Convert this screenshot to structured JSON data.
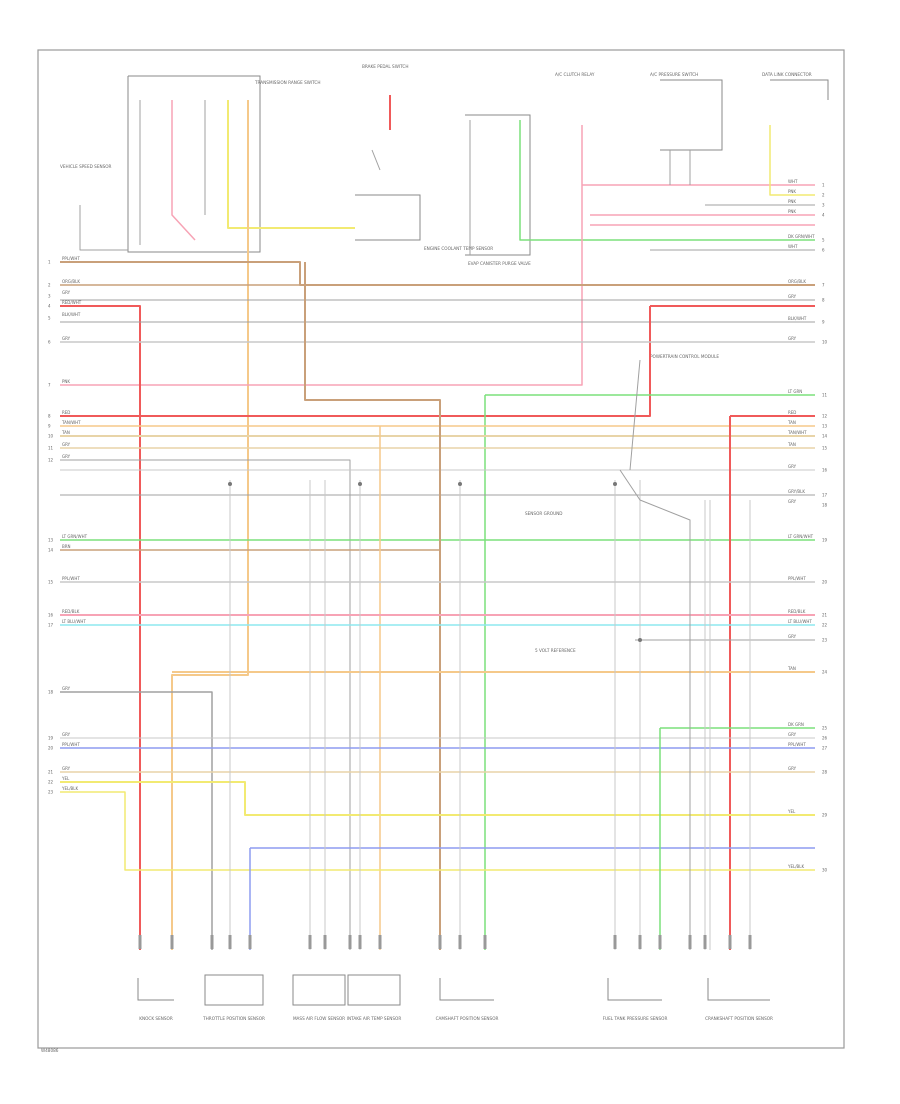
{
  "diagram": {
    "corner_code": "W48086",
    "colors": {
      "red": "#f05a5a",
      "pink": "#f7a3b5",
      "brown": "#c9a07a",
      "orange": "#f5c98a",
      "tan": "#e8d4a8",
      "yellow": "#f2ea72",
      "green": "#7be07b",
      "cyan": "#8ee8ef",
      "blue": "#8e9cf0",
      "gray": "#a0a0a0",
      "lightgray": "#c8c8c8"
    },
    "left_wires": [
      {
        "label": "PPL/WHT",
        "num": "1"
      },
      {
        "label": "ORG/BLK",
        "num": "2"
      },
      {
        "label": "GRY",
        "num": "3"
      },
      {
        "label": "RED/WHT",
        "num": "4"
      },
      {
        "label": "BLK/WHT",
        "num": "5"
      },
      {
        "label": "GRY",
        "num": "6"
      },
      {
        "label": "PNK",
        "num": "7"
      },
      {
        "label": "RED",
        "num": "8"
      },
      {
        "label": "TAN/WHT",
        "num": "9"
      },
      {
        "label": "TAN",
        "num": "10"
      },
      {
        "label": "GRY",
        "num": "11"
      },
      {
        "label": "GRY",
        "num": "12"
      },
      {
        "label": "LT GRN/WHT",
        "num": "13"
      },
      {
        "label": "BRN",
        "num": "14"
      },
      {
        "label": "PPL/WHT",
        "num": "15"
      },
      {
        "label": "RED/BLK",
        "num": "16"
      },
      {
        "label": "LT BLU/WHT",
        "num": "17"
      },
      {
        "label": "GRY",
        "num": "18"
      },
      {
        "label": "GRY",
        "num": "19"
      },
      {
        "label": "PPL/WHT",
        "num": "20"
      },
      {
        "label": "GRY",
        "num": "21"
      },
      {
        "label": "YEL",
        "num": "22"
      },
      {
        "label": "YEL/BLK",
        "num": "23"
      }
    ],
    "right_wires": [
      {
        "label": "WHT",
        "num": "1"
      },
      {
        "label": "PNK",
        "num": "2"
      },
      {
        "label": "PNK",
        "num": "3"
      },
      {
        "label": "PNK",
        "num": "4"
      },
      {
        "label": "DK GRN/WHT",
        "num": "5"
      },
      {
        "label": "WHT",
        "num": "6"
      },
      {
        "label": "ORG/BLK",
        "num": "7"
      },
      {
        "label": "GRY",
        "num": "8"
      },
      {
        "label": "BLK/WHT",
        "num": "9"
      },
      {
        "label": "GRY",
        "num": "10"
      },
      {
        "label": "LT GRN",
        "num": "11"
      },
      {
        "label": "RED",
        "num": "12"
      },
      {
        "label": "TAN",
        "num": "13"
      },
      {
        "label": "TAN/WHT",
        "num": "14"
      },
      {
        "label": "TAN",
        "num": "15"
      },
      {
        "label": "GRY",
        "num": "16"
      },
      {
        "label": "GRY/BLK",
        "num": "17"
      },
      {
        "label": "GRY",
        "num": "18"
      },
      {
        "label": "LT GRN/WHT",
        "num": "19"
      },
      {
        "label": "PPL/WHT",
        "num": "20"
      },
      {
        "label": "RED/BLK",
        "num": "21"
      },
      {
        "label": "LT BLU/WHT",
        "num": "22"
      },
      {
        "label": "GRY",
        "num": "23"
      },
      {
        "label": "TAN",
        "num": "24"
      },
      {
        "label": "DK GRN",
        "num": "25"
      },
      {
        "label": "GRY",
        "num": "26"
      },
      {
        "label": "PPL/WHT",
        "num": "27"
      },
      {
        "label": "GRY",
        "num": "28"
      },
      {
        "label": "YEL",
        "num": "29"
      },
      {
        "label": "YEL/BLK",
        "num": "30"
      }
    ],
    "top_labels": {
      "vss": "VEHICLE SPEED SENSOR",
      "trans": "TRANSMISSION RANGE SWITCH",
      "brake": "BRAKE PEDAL SWITCH",
      "ect": "ENGINE COOLANT TEMP SENSOR",
      "evap": "EVAP CANISTER PURGE VALVE",
      "ap": "A/C PRESSURE SWITCH",
      "pcm": "POWERTRAIN CONTROL MODULE",
      "ac": "A/C CLUTCH RELAY",
      "data": "DATA LINK CONNECTOR"
    },
    "bottom_components": [
      {
        "label": "KNOCK SENSOR"
      },
      {
        "label": "THROTTLE POSITION SENSOR"
      },
      {
        "label": "MASS AIR FLOW SENSOR"
      },
      {
        "label": "INTAKE AIR TEMP SENSOR"
      },
      {
        "label": "CAMSHAFT POSITION SENSOR"
      },
      {
        "label": "FUEL TANK PRESSURE SENSOR"
      },
      {
        "label": "CRANKSHAFT POSITION SENSOR"
      }
    ],
    "notes": {
      "splice1": "SENSOR GROUND",
      "splice2": "5 VOLT REFERENCE"
    }
  }
}
